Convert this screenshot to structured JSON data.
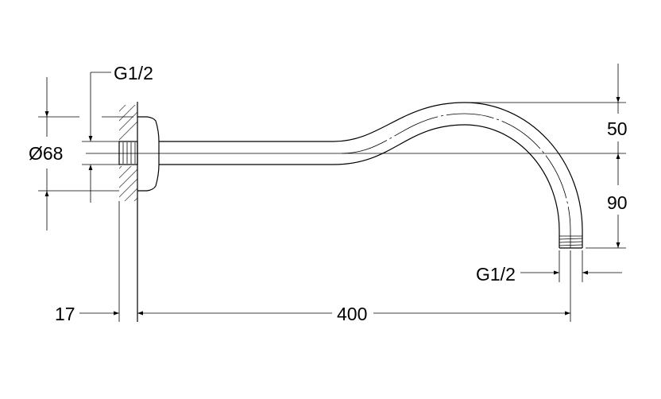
{
  "drawing": {
    "title": "Shower arm dimension drawing",
    "labels": {
      "wall_thread": "G1/2",
      "flange_diameter": "Ø68",
      "wall_offset": "17",
      "projection": "400",
      "rise": "50",
      "drop": "90",
      "outlet_thread": "G1/2"
    },
    "colors": {
      "line": "#000000",
      "background": "#ffffff"
    }
  }
}
